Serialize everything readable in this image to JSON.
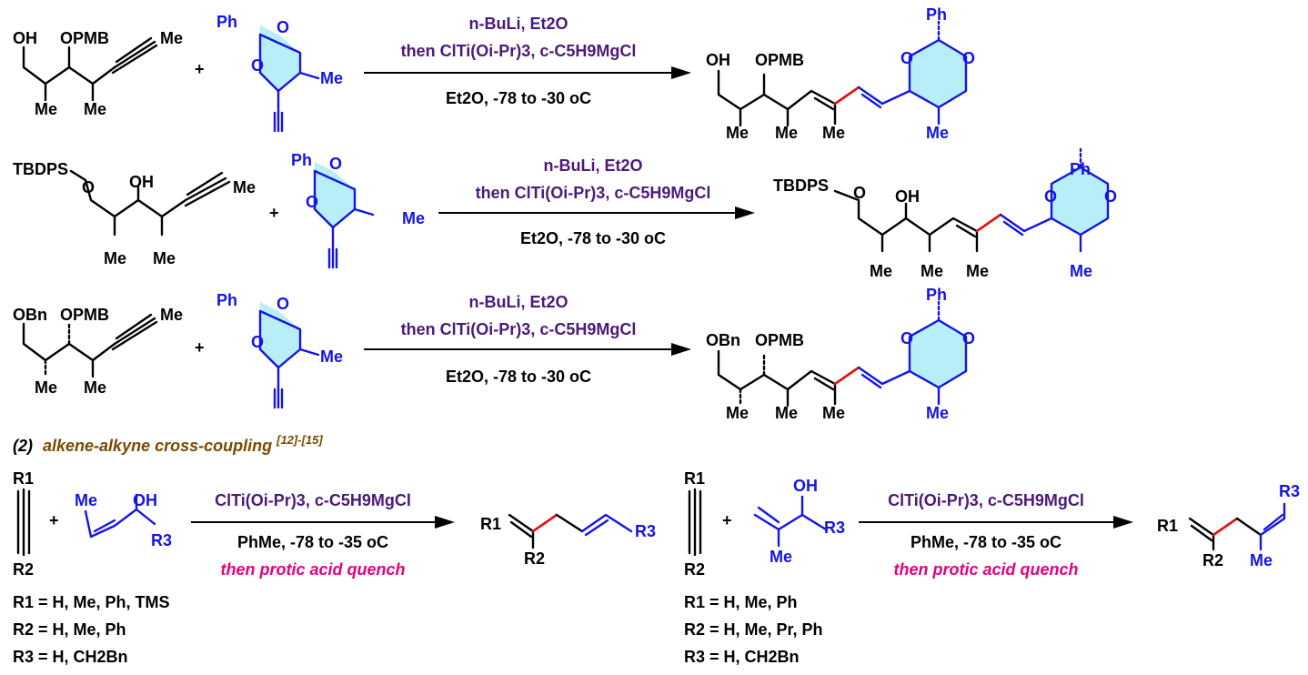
{
  "colors": {
    "reagent": "#4b1a7a",
    "quench": "#e6007e",
    "heading": "#7a4a00",
    "fragment": "#1414e6",
    "new_bond": "#e01010",
    "ring_fill": "#b8eef8"
  },
  "reactions": [
    {
      "reactant1": {
        "groups": [
          "OH",
          "OPMB",
          "Me",
          "Me",
          "Me"
        ]
      },
      "reactant2": {
        "groups": [
          "Ph",
          "O",
          "O",
          "Me"
        ]
      },
      "reagent_line1": "n-BuLi, Et2O",
      "reagent_line2": "then ClTi(Oi-Pr)3, c-C5H9MgCl",
      "conditions": "Et2O, -78 to -30 oC",
      "product": {
        "groups": [
          "OH",
          "OPMB",
          "Me",
          "Me",
          "Me",
          "Ph",
          "O",
          "O",
          "Me"
        ]
      }
    },
    {
      "reactant1": {
        "groups": [
          "TBDPS",
          "O",
          "OH",
          "Me",
          "Me",
          "Me"
        ]
      },
      "reactant2": {
        "groups": [
          "Ph",
          "O",
          "O",
          "Me"
        ]
      },
      "reagent_line1": "n-BuLi, Et2O",
      "reagent_line2": "then ClTi(Oi-Pr)3, c-C5H9MgCl",
      "conditions": "Et2O, -78 to -30 oC",
      "product": {
        "groups": [
          "TBDPS",
          "O",
          "OH",
          "Me",
          "Me",
          "Me",
          "Ph",
          "O",
          "O",
          "Me"
        ]
      }
    },
    {
      "reactant1": {
        "groups": [
          "OBn",
          "OPMB",
          "Me",
          "Me",
          "Me"
        ]
      },
      "reactant2": {
        "groups": [
          "Ph",
          "O",
          "O",
          "Me"
        ]
      },
      "reagent_line1": "n-BuLi, Et2O",
      "reagent_line2": "then ClTi(Oi-Pr)3, c-C5H9MgCl",
      "conditions": "Et2O, -78 to -30 oC",
      "product": {
        "groups": [
          "OBn",
          "OPMB",
          "Me",
          "Me",
          "Me",
          "Ph",
          "O",
          "O",
          "Me"
        ]
      }
    }
  ],
  "section2": {
    "number": "(2)",
    "title": "alkene-alkyne cross-coupling",
    "refs": "[12]-[15]"
  },
  "coupling": [
    {
      "reagent": "ClTi(Oi-Pr)3, c-C5H9MgCl",
      "conditions": "PhMe,  -78 to -35 oC",
      "quench": "then protic acid quench",
      "alkyne": {
        "top": "R1",
        "bottom": "R2"
      },
      "alkene": {
        "me": "Me",
        "oh": "OH",
        "r": "R3"
      },
      "product": {
        "r1": "R1",
        "r2": "R2",
        "r3": "R3"
      },
      "definitions": [
        "R1 = H, Me, Ph, TMS",
        "R2 = H, Me,  Ph",
        "R3 = H, CH2Bn"
      ]
    },
    {
      "reagent": "ClTi(Oi-Pr)3, c-C5H9MgCl",
      "conditions": "PhMe,  -78 to -35 oC",
      "quench": "then protic acid quench",
      "alkyne": {
        "top": "R1",
        "bottom": "R2"
      },
      "alkene": {
        "me": "Me",
        "oh": "OH",
        "r": "R3"
      },
      "product": {
        "r1": "R1",
        "r2": "R2",
        "r3": "R3",
        "me": "Me"
      },
      "definitions": [
        "R1 = H, Me, Ph",
        "R2 = H, Me, Pr, Ph",
        "R3 = H, CH2Bn"
      ]
    }
  ]
}
